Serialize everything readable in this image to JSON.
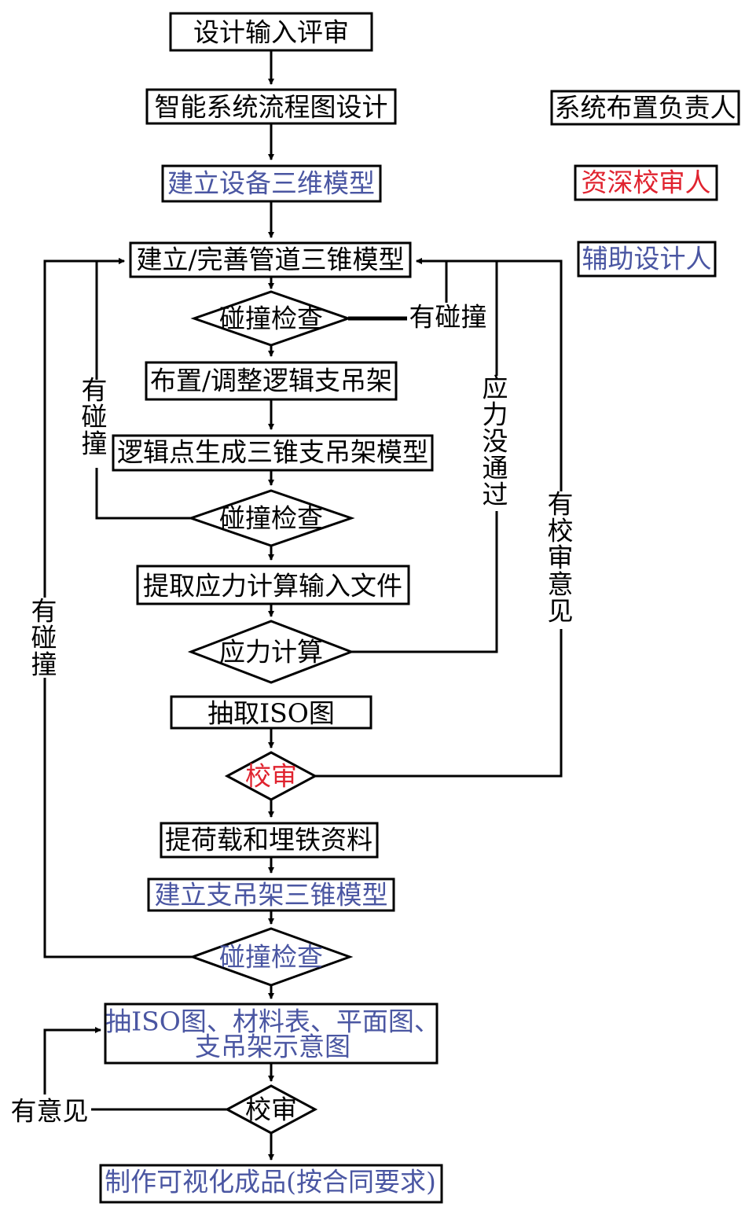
{
  "nodes": {
    "n1": {
      "text": "设计输入评审"
    },
    "n2": {
      "text": "智能系统流程图设计"
    },
    "n3": {
      "text": "建立设备三维模型"
    },
    "n4": {
      "text": "建立/完善管道三锥模型"
    },
    "d1": {
      "text": "碰撞检查"
    },
    "n5": {
      "text": "布置/调整逻辑支吊架"
    },
    "n6": {
      "text": "逻辑点生成三锥支吊架模型"
    },
    "d2": {
      "text": "碰撞检查"
    },
    "n7": {
      "text": "提取应力计算输入文件"
    },
    "d3": {
      "text": "应力计算"
    },
    "n8": {
      "text": "抽取ISO图"
    },
    "d4": {
      "text": "校审"
    },
    "n9": {
      "text": "提荷载和埋铁资料"
    },
    "n10": {
      "text": "建立支吊架三锥模型"
    },
    "d5": {
      "text": "碰撞检查"
    },
    "n11": {
      "line1": "抽ISO图、材料表、平面图、",
      "line2": "支吊架示意图"
    },
    "d6": {
      "text": "校审"
    },
    "n12": {
      "text": "制作可视化成品(按合同要求)"
    }
  },
  "edge_labels": {
    "collision_right": "有碰撞",
    "collision_left_inner": [
      "有",
      "碰",
      "撞"
    ],
    "stress_failed": [
      "应",
      "力",
      "没",
      "通",
      "过"
    ],
    "review_comments_vertical": [
      "有",
      "校",
      "审",
      "意",
      "见"
    ],
    "collision_left_outer": [
      "有",
      "碰",
      "撞"
    ],
    "review_comments_bottom": "有意见"
  },
  "legend": {
    "system_owner": "系统布置负责人",
    "senior_reviewer": "资深校审人",
    "assistant_designer": "辅助设计人"
  },
  "colors": {
    "black": "#000000",
    "blue": "#4a56a2",
    "red": "#e0232f"
  }
}
